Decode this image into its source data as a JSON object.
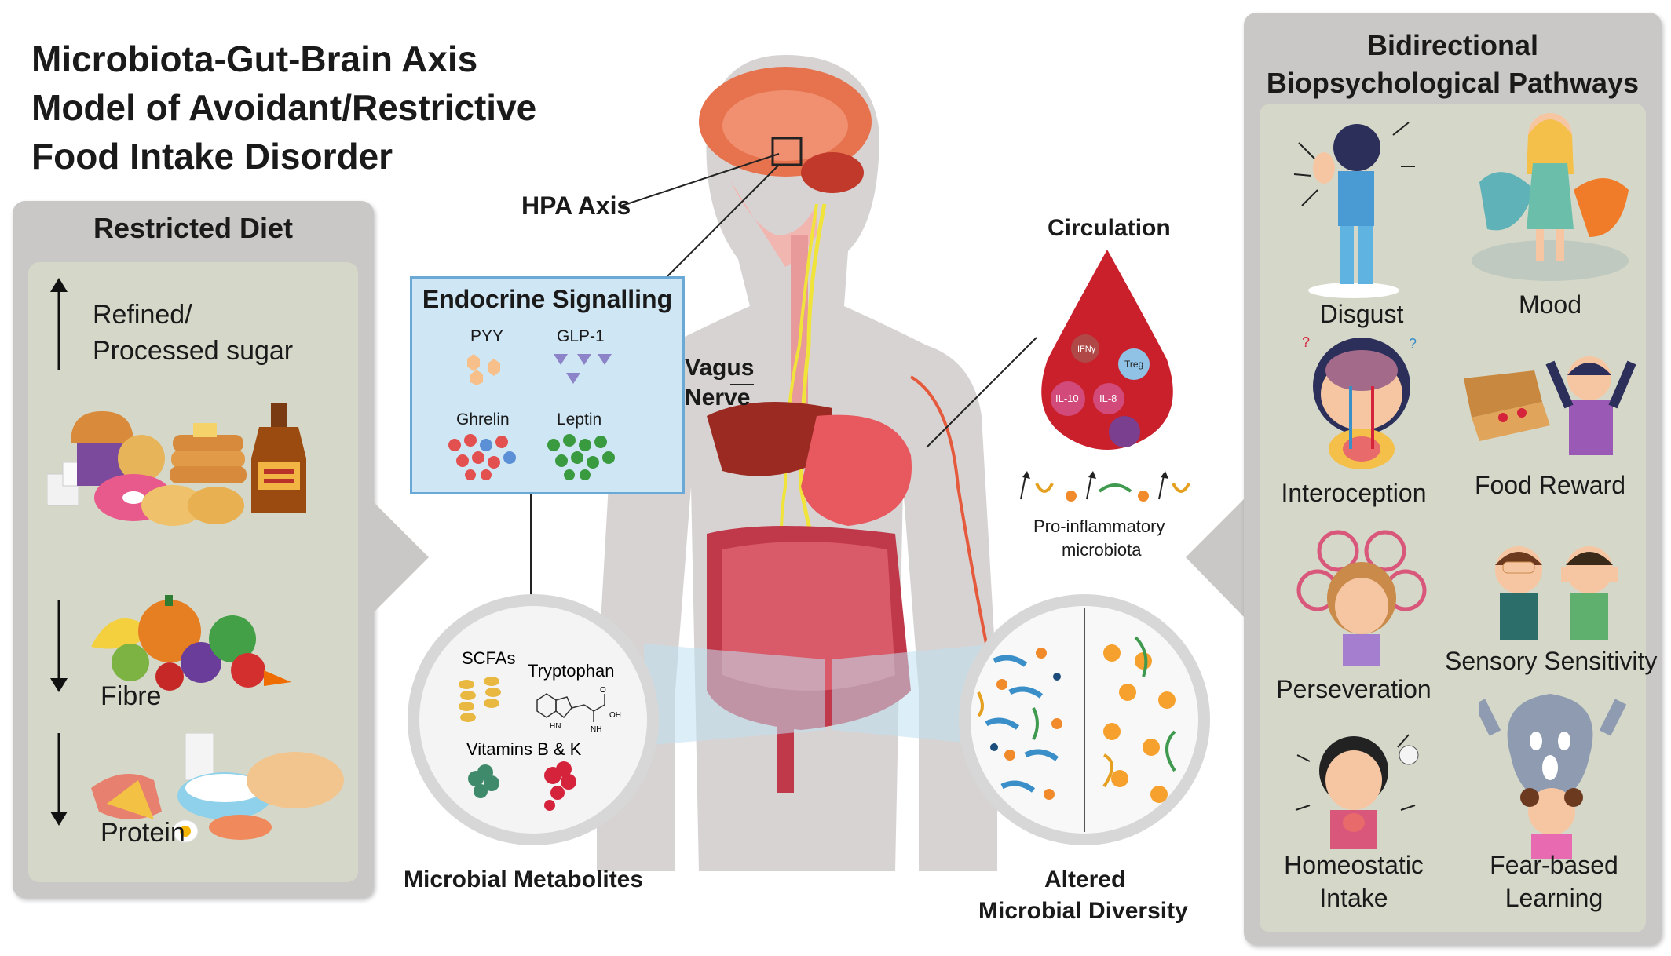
{
  "title": {
    "line1": "Microbiota-Gut-Brain Axis",
    "line2": "Model of Avoidant/Restrictive",
    "line3": "Food Intake Disorder"
  },
  "restricted_diet": {
    "header": "Restricted Diet",
    "items": [
      {
        "direction": "up",
        "label_line1": "Refined/",
        "label_line2": "Processed sugar"
      },
      {
        "direction": "down",
        "label_line1": "Fibre"
      },
      {
        "direction": "down",
        "label_line1": "Protein"
      }
    ]
  },
  "center": {
    "hpa_axis": "HPA Axis",
    "vagus_line1": "Vagus",
    "vagus_line2": "Nerve",
    "endocrine": {
      "header": "Endocrine Signalling",
      "hormones": [
        "PYY",
        "GLP-1",
        "Ghrelin",
        "Leptin"
      ]
    },
    "circulation": {
      "header": "Circulation",
      "cells": [
        "IFNγ",
        "Treg",
        "IL-10",
        "IL-8"
      ],
      "microbiota_line1": "Pro-inflammatory",
      "microbiota_line2": "microbiota"
    },
    "metabolites": {
      "caption": "Microbial Metabolites",
      "scfas": "SCFAs",
      "tryptophan": "Tryptophan",
      "vitamins": "Vitamins B & K",
      "oh": "OH",
      "hn": "HN",
      "nh": "NH",
      "o": "O"
    },
    "diversity": {
      "caption_line1": "Altered",
      "caption_line2": "Microbial Diversity"
    }
  },
  "pathways": {
    "header_line1": "Bidirectional",
    "header_line2": "Biopsychological Pathways",
    "items": [
      {
        "label": "Disgust"
      },
      {
        "label": "Mood"
      },
      {
        "label": "Interoception"
      },
      {
        "label": "Food Reward"
      },
      {
        "label": "Perseveration"
      },
      {
        "label": "Sensory Sensitivity"
      },
      {
        "label_line1": "Homeostatic",
        "label_line2": "Intake"
      },
      {
        "label_line1": "Fear-based",
        "label_line2": "Learning"
      }
    ]
  },
  "colors": {
    "panel": "#c9c8c6",
    "panel_inner": "#d5d8c9",
    "endocrine_bg": "#cfe6f4",
    "blood": "#c9202b",
    "body": "#d8d3d3",
    "vagus": "#f0e43a"
  }
}
